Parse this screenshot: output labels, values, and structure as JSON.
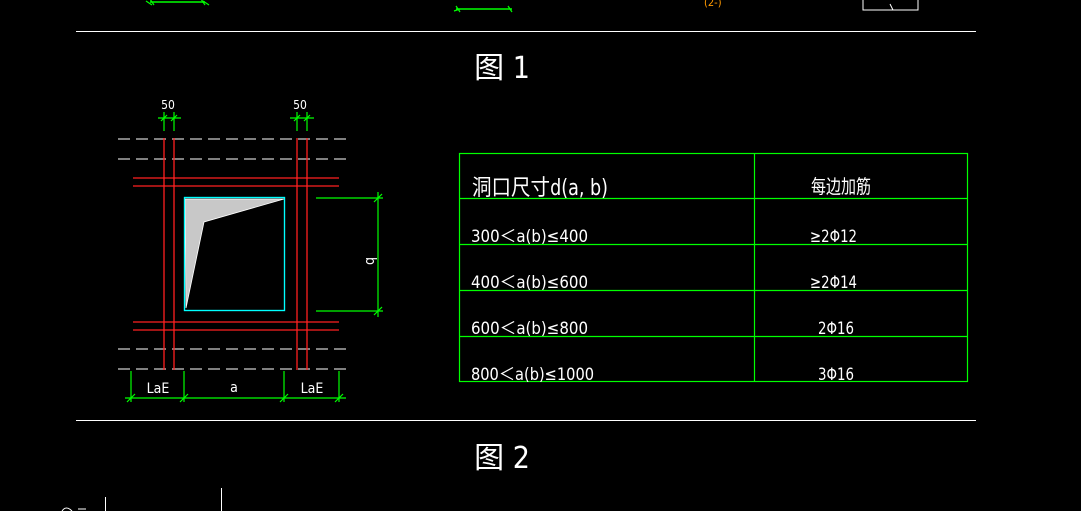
{
  "figure_captions": {
    "fig1": "图 1",
    "fig2": "图 2"
  },
  "top_fragment": {
    "label": "(2-)"
  },
  "dimensions": {
    "left_gap": "50",
    "right_gap": "50",
    "opening_height": "b",
    "left_anchor": "LaE",
    "opening_width": "a",
    "right_anchor": "LaE"
  },
  "table": {
    "headers": [
      "洞口尺寸d(a, b)",
      "每边加筋"
    ],
    "rows": [
      [
        "300＜a(b)≤400",
        "≥2Φ12"
      ],
      [
        "400＜a(b)≤600",
        "≥2Φ14"
      ],
      [
        "600＜a(b)≤800",
        "2Φ16"
      ],
      [
        "800＜a(b)≤1000",
        "3Φ16"
      ]
    ]
  },
  "colors": {
    "background": "#000000",
    "line_white": "#ffffff",
    "dimension_green": "#00ff00",
    "rebar_red": "#ff0000",
    "opening_cyan": "#00ffff",
    "hatch_gray": "#c0c0c0",
    "label_orange": "#ff9900"
  }
}
